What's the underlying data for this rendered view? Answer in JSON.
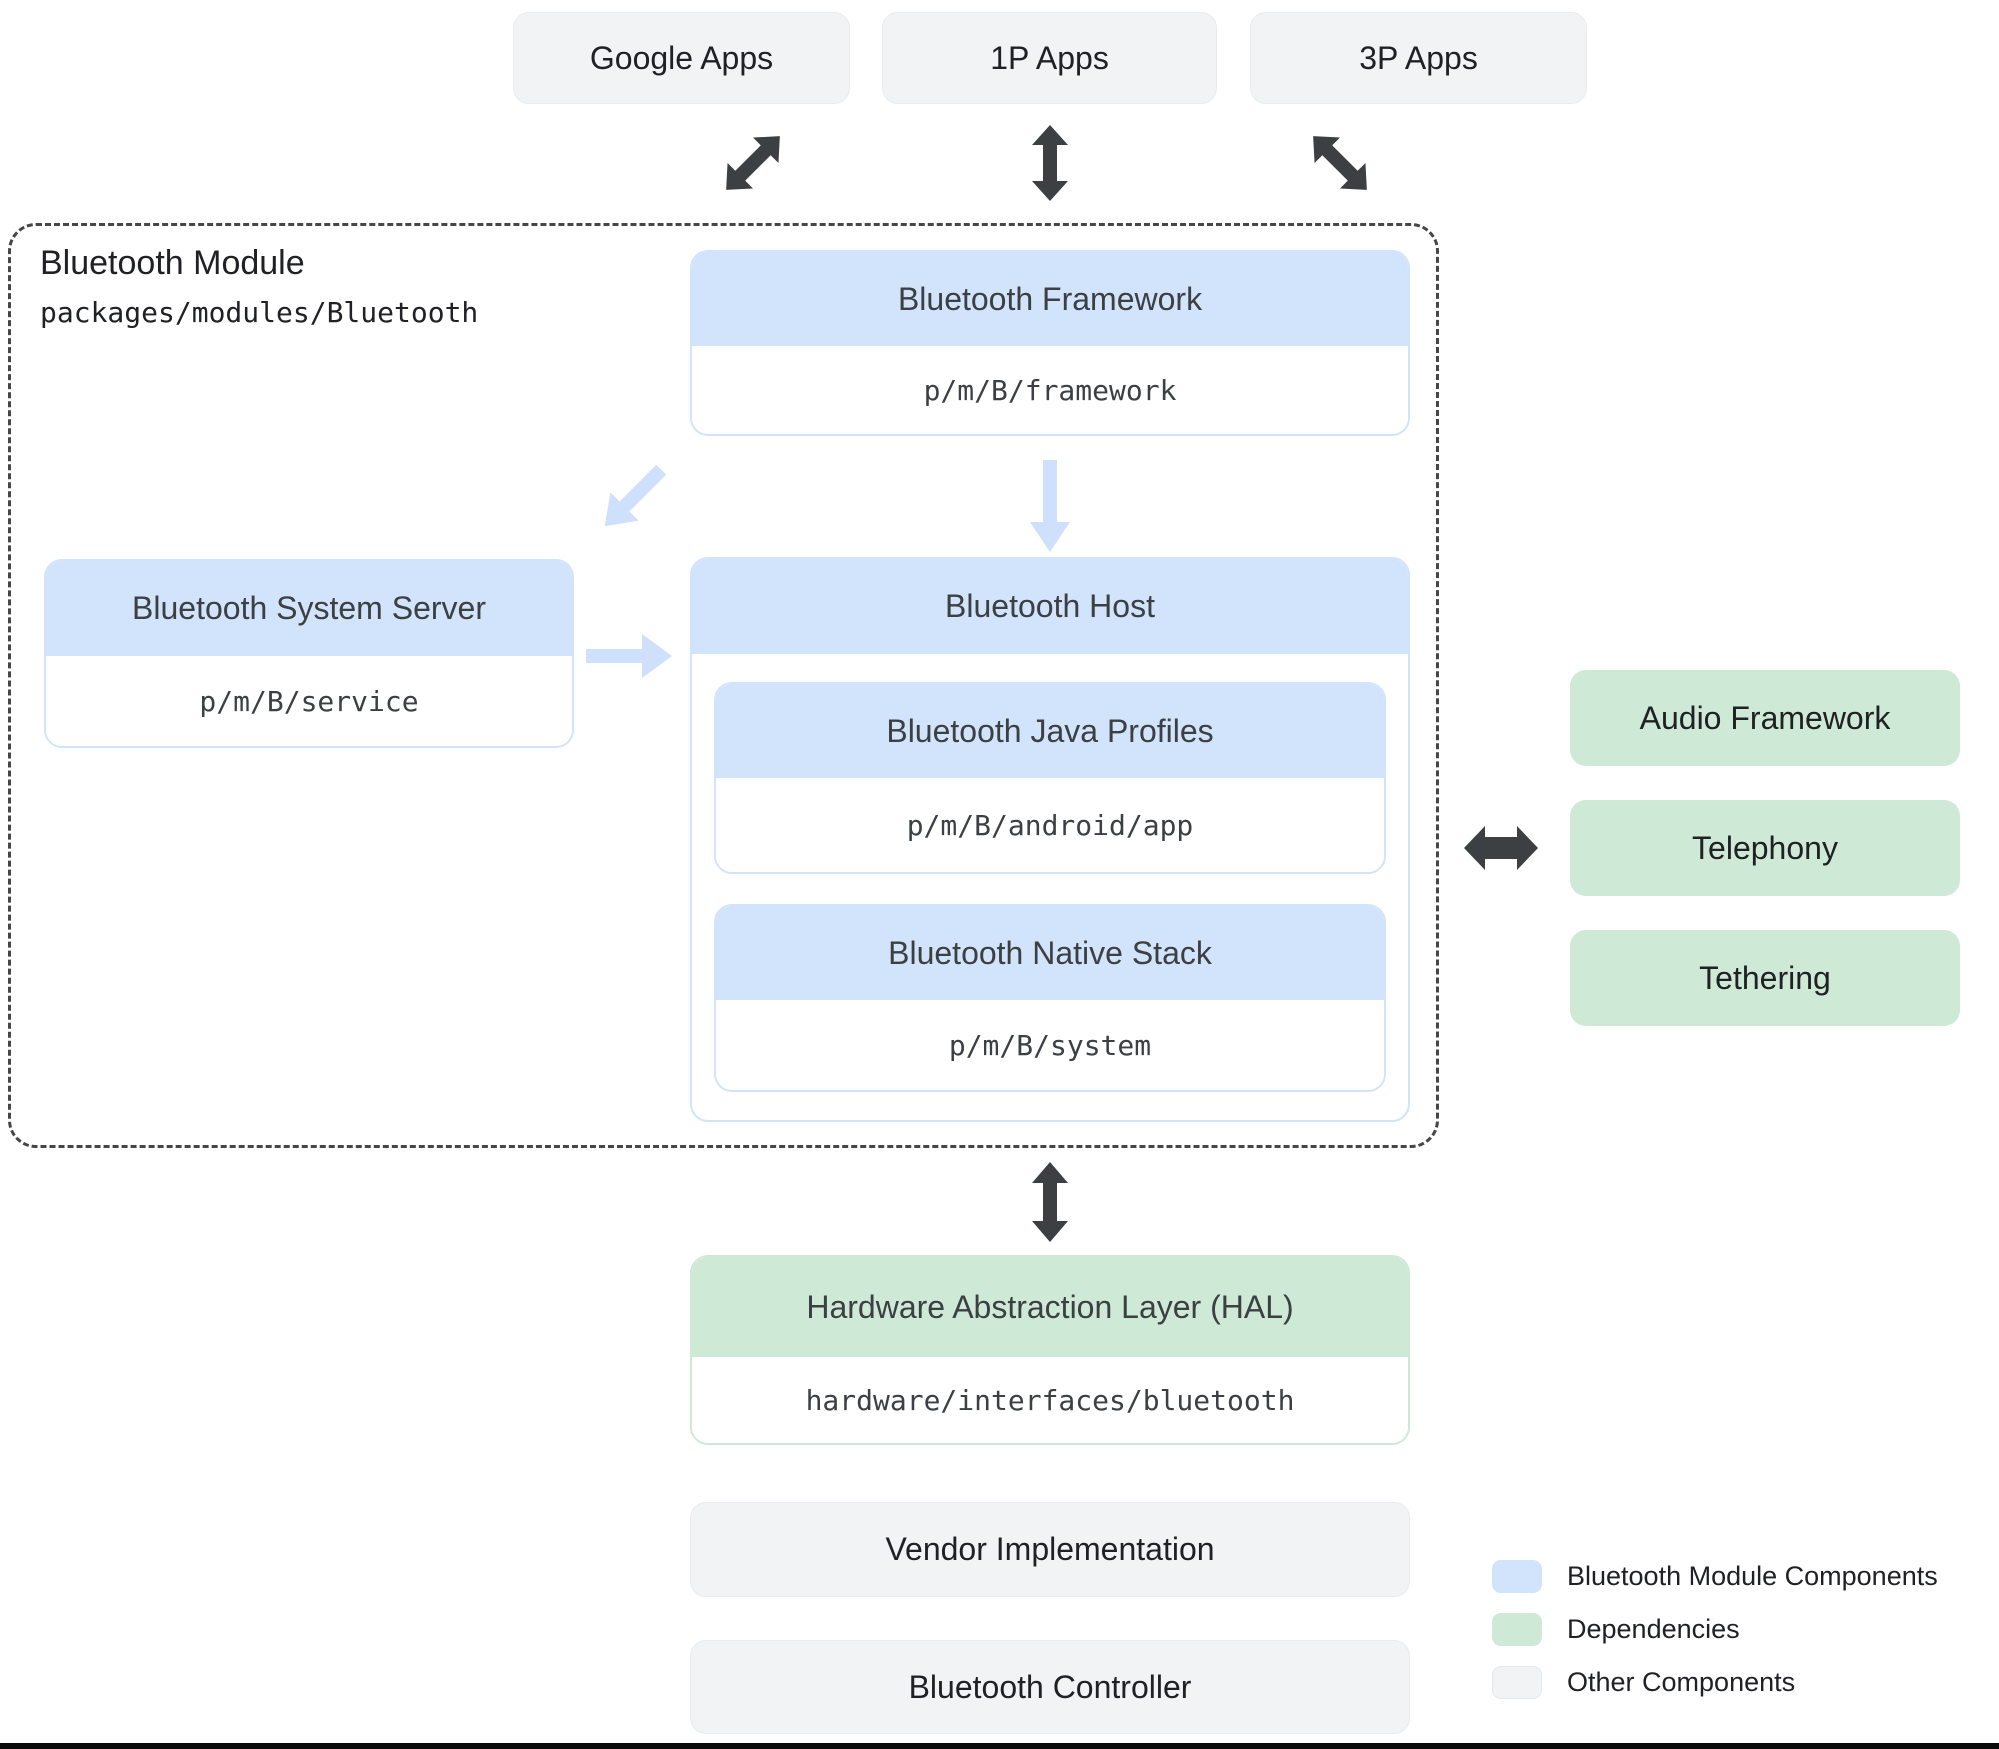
{
  "top_apps": [
    {
      "label": "Google Apps"
    },
    {
      "label": "1P Apps"
    },
    {
      "label": "3P Apps"
    }
  ],
  "module": {
    "title": "Bluetooth Module",
    "path": "packages/modules/Bluetooth",
    "framework": {
      "title": "Bluetooth Framework",
      "path": "p/m/B/framework"
    },
    "system_server": {
      "title": "Bluetooth System Server",
      "path": "p/m/B/service"
    },
    "host": {
      "title": "Bluetooth Host",
      "java_profiles": {
        "title": "Bluetooth Java Profiles",
        "path": "p/m/B/android/app"
      },
      "native_stack": {
        "title": "Bluetooth Native Stack",
        "path": "p/m/B/system"
      }
    }
  },
  "dependencies": [
    {
      "label": "Audio Framework"
    },
    {
      "label": "Telephony"
    },
    {
      "label": "Tethering"
    }
  ],
  "hal": {
    "title": "Hardware Abstraction Layer (HAL)",
    "path": "hardware/interfaces/bluetooth"
  },
  "other_components": [
    {
      "label": "Vendor Implementation"
    },
    {
      "label": "Bluetooth Controller"
    }
  ],
  "legend": {
    "items": [
      {
        "label": "Bluetooth Module Components",
        "color": "#D2E3FC"
      },
      {
        "label": "Dependencies",
        "color": "#CEEAD6"
      },
      {
        "label": "Other Components",
        "color": "#F1F3F4"
      }
    ]
  },
  "colors": {
    "module_component_fill": "#D2E3FC",
    "dependency_fill": "#CEEAD6",
    "other_component_fill": "#F1F3F4",
    "arrow_dark": "#3C4043",
    "arrow_light": "#CEE0FC",
    "dashed_border": "#444746"
  }
}
